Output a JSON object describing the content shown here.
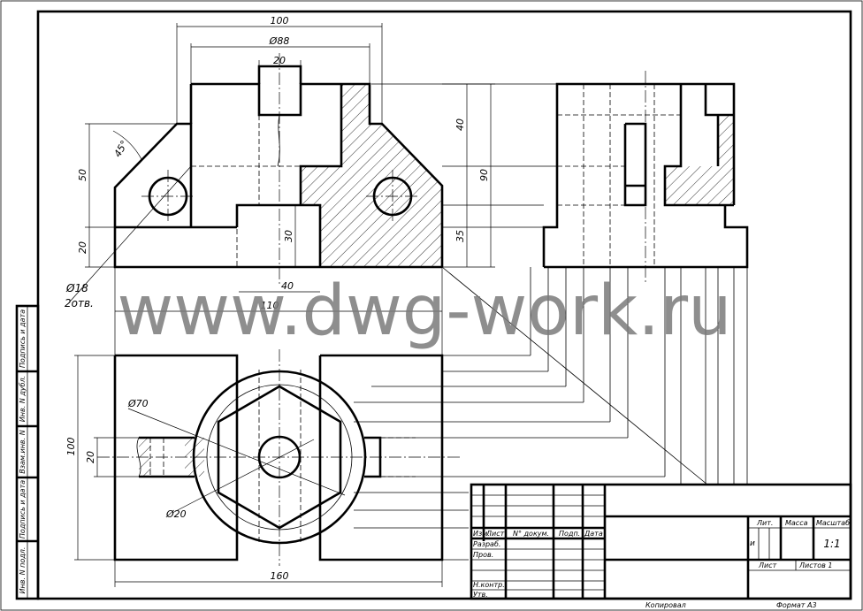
{
  "watermark": {
    "text": "www.dwg-work.ru"
  },
  "dimensions": {
    "d100_top": "100",
    "d88": "Ø88",
    "d20_top": "20",
    "d45": "45°",
    "d50": "50",
    "d20_left": "20",
    "d30": "30",
    "d40_right": "40",
    "d90": "90",
    "d35": "35",
    "d18": "Ø18",
    "holes": "2отв.",
    "d40_mid": "40",
    "d110": "110",
    "d70": "Ø70",
    "d100_left": "100",
    "d20_plan": "20",
    "d20_hole": "Ø20",
    "d160": "160"
  },
  "side_stamp": {
    "cells": [
      "Подпись и дата",
      "Инв. N дубл.",
      "Взам.инв. N",
      "Подпись и дата",
      "Инв. N подл."
    ]
  },
  "title_block": {
    "col_izm": "Изм.",
    "col_list": "Лист",
    "col_doc": "N° докум.",
    "col_sign": "Подп.",
    "col_date": "Дата",
    "row_razrab": "Разраб.",
    "row_prov": "Пров.",
    "row_nkontr": "Н.контр.",
    "row_utv": "Утв.",
    "lit": "Лит.",
    "mass": "Масса",
    "scale_label": "Масштаб",
    "lit_value": "и",
    "scale_value": "1:1",
    "sheet": "Лист",
    "sheets": "Листов 1",
    "copied": "Копировал",
    "format": "Формат А3"
  }
}
